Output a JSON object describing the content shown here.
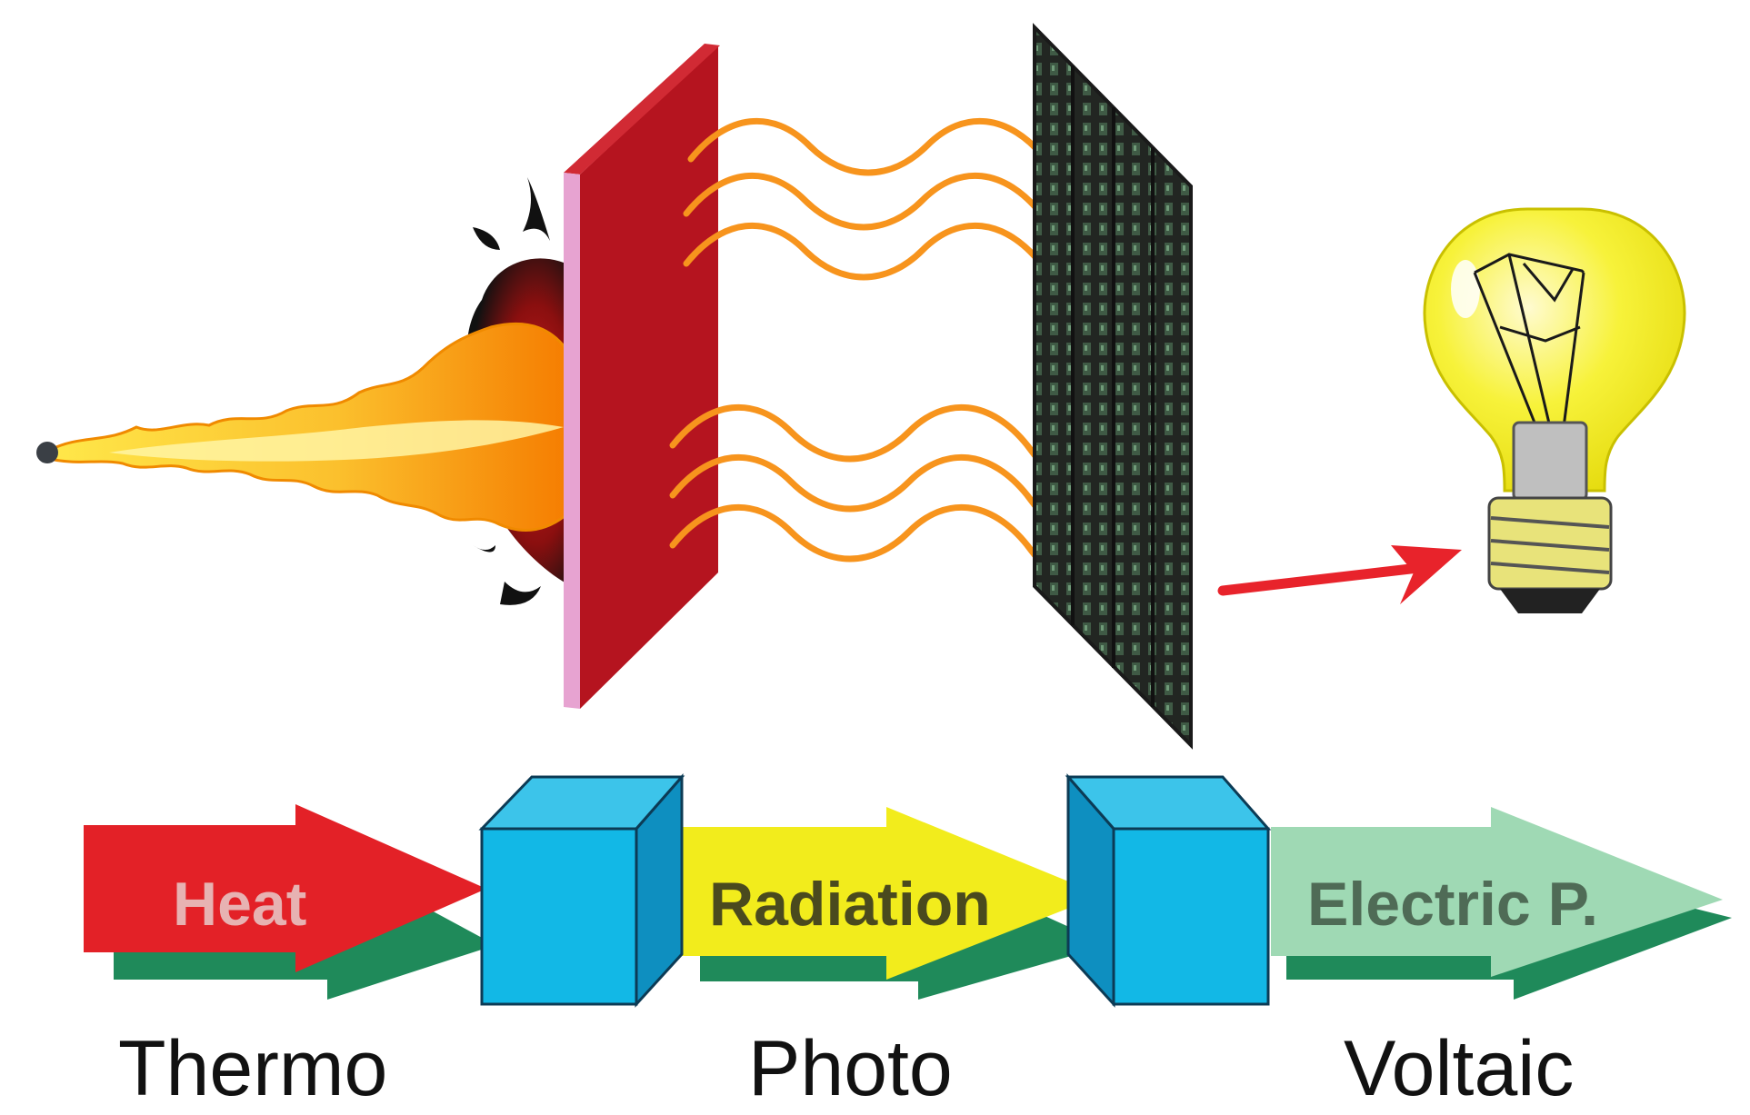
{
  "flow": {
    "heat_label": "Heat",
    "radiation_label": "Radiation",
    "electric_label": "Electric P."
  },
  "stages": {
    "thermo": "Thermo",
    "photo": "Photo",
    "voltaic": "Voltaic"
  },
  "icons": {
    "source": "flame-icon",
    "emitter": "emitter-plate-icon",
    "receiver": "pv-cell-panel-icon",
    "load": "light-bulb-icon",
    "output": "red-arrow-icon",
    "converters": "blue-converter-cube-icon"
  },
  "colors": {
    "heat_arrow": "#e32127",
    "radiation_arrow": "#f2ec1c",
    "electric_arrow": "#9fd9b4",
    "arrow_shadow": "#1f8a5a",
    "cube": "#12b8e6",
    "emitter": "#b5141f",
    "radiation_waves": "#f7941d",
    "bulb": "#f4ee28"
  }
}
